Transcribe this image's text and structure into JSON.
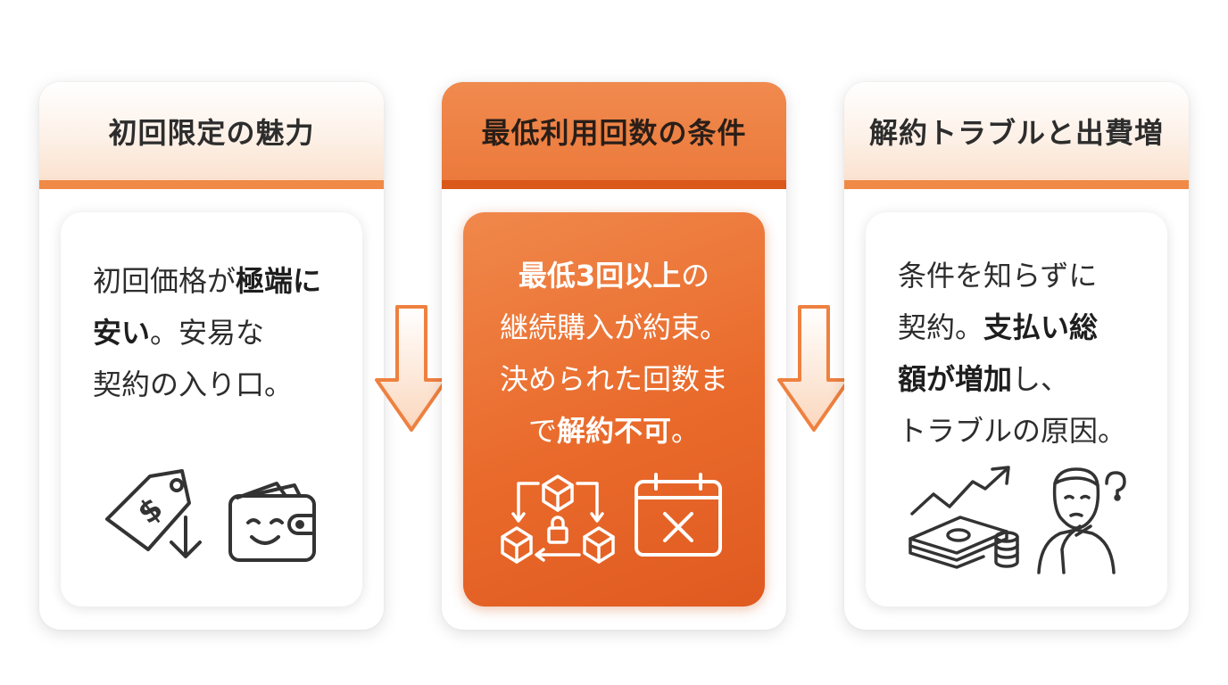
{
  "panels": [
    {
      "title": "初回限定の魅力",
      "lines": [
        {
          "pre": "初回価格が",
          "bold": "極端に",
          "post": ""
        },
        {
          "pre": "",
          "bold": "安い",
          "post": "。安易な"
        },
        {
          "pre": "契約の入り口。",
          "bold": "",
          "post": ""
        }
      ],
      "icons": [
        "price-tag-down-icon",
        "smiling-wallet-icon"
      ]
    },
    {
      "title": "最低利用回数の条件",
      "lines": [
        {
          "pre": "",
          "bold": "最低3回以上",
          "post": "の"
        },
        {
          "pre": "継続購入が約束。",
          "bold": "",
          "post": ""
        },
        {
          "pre": "決められた回数ま",
          "bold": "",
          "post": ""
        },
        {
          "pre": "で",
          "bold": "解約不可",
          "post": "。"
        }
      ],
      "icons": [
        "locked-box-cycle-icon",
        "calendar-cancel-icon"
      ]
    },
    {
      "title": "解約トラブルと出費増",
      "lines": [
        {
          "pre": "条件を知らずに",
          "bold": "",
          "post": ""
        },
        {
          "pre": "契約。",
          "bold": "支払い総",
          "post": ""
        },
        {
          "pre": "",
          "bold": "額が増加",
          "post": "し、"
        },
        {
          "pre": "トラブルの原因。",
          "bold": "",
          "post": ""
        }
      ],
      "icons": [
        "rising-money-stack-icon",
        "confused-person-icon"
      ]
    }
  ],
  "colors": {
    "accent": "#f08a46",
    "accent_dark": "#e05a20",
    "text": "#2d2d2d"
  }
}
